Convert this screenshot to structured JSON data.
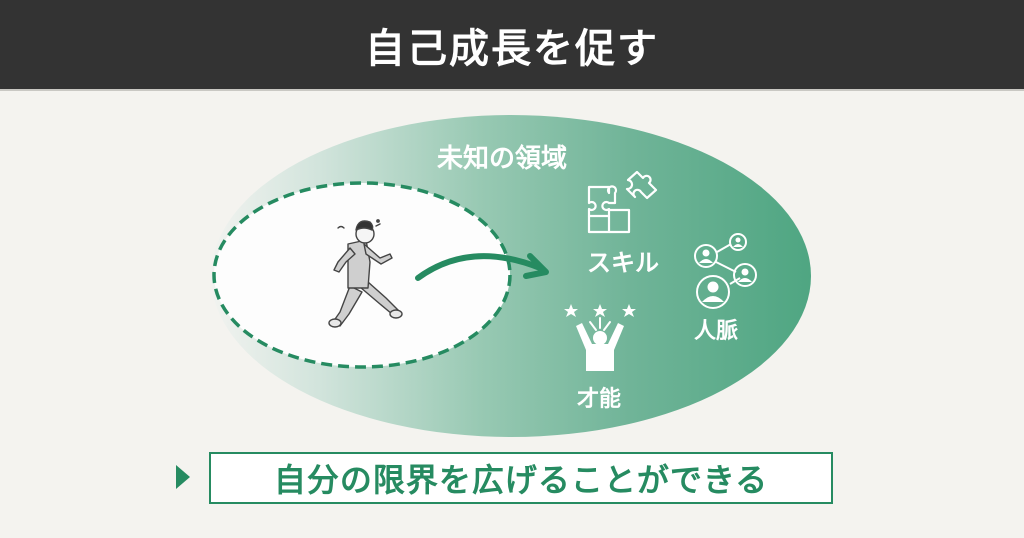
{
  "header": {
    "title": "自己成長を促す"
  },
  "diagram": {
    "outer_region_label": "未知の領域",
    "items": [
      {
        "label": "スキル",
        "icon": "puzzle-icon"
      },
      {
        "label": "人脈",
        "icon": "network-icon"
      },
      {
        "label": "才能",
        "icon": "talent-stars-icon"
      }
    ],
    "inner_region": {
      "icon": "walking-person-icon",
      "border_style": "dashed"
    },
    "arrow_icon": "curved-arrow-icon"
  },
  "conclusion": {
    "text": "自分の限界を広げることができる",
    "bullet_icon": "triangle-right-icon"
  },
  "colors": {
    "header_bg": "#333333",
    "background": "#f4f3ef",
    "accent_green": "#268b61",
    "ellipse_green": "#55a886",
    "ellipse_fade": "#e7efec"
  }
}
